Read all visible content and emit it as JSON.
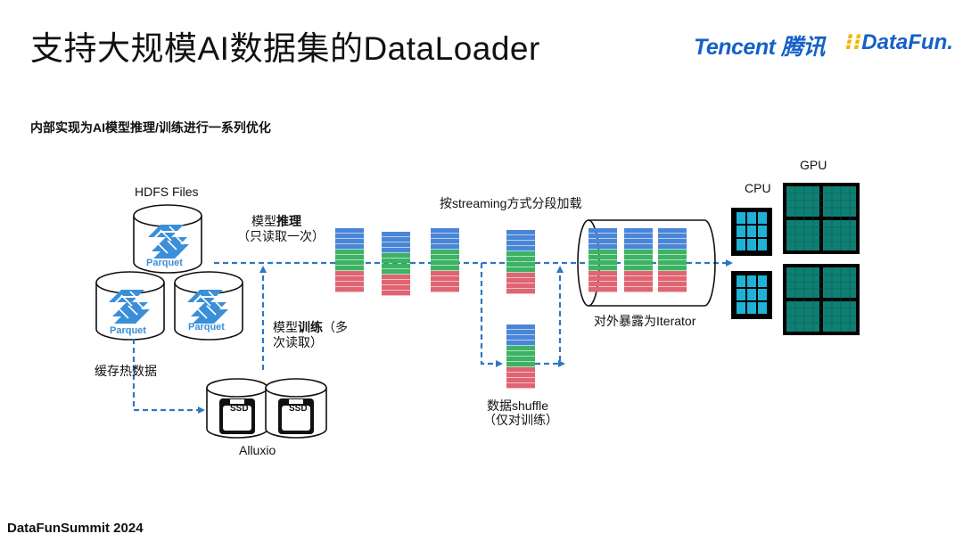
{
  "slide": {
    "title": "支持大规模AI数据集的DataLoader",
    "subtitle": "内部实现为AI模型推理/训练进行一系列优化",
    "footer": "DataFunSummit 2024"
  },
  "logos": {
    "tencent": "Tencent 腾讯",
    "datafun_mark": "⁝⁝",
    "datafun": "DataFun."
  },
  "labels": {
    "hdfs_files": "HDFS Files",
    "parquet": "Parquet",
    "ssd": "SSD",
    "alluxio": "Alluxio",
    "cache_hot": "缓存热数据",
    "inference_prefix": "模型",
    "inference_bold": "推理",
    "inference_note": "（只读取一次）",
    "training_prefix": "模型",
    "training_bold": "训练",
    "training_suffix": "（多",
    "training_note": "次读取）",
    "streaming": "按streaming方式分段加载",
    "shuffle_line1": "数据shuffle",
    "shuffle_line2": "（仅对训练）",
    "iterator": "对外暴露为Iterator",
    "cpu": "CPU",
    "gpu": "GPU"
  },
  "colors": {
    "flow_arrow": "#2e78c2",
    "parquet_blue": "#3a8fd8",
    "row_blue": "#4a86d8",
    "row_green": "#3cb363",
    "row_red": "#e06472",
    "cpu_fill": "#1fb2d6",
    "gpu_fill": "#0f7f74",
    "chip_bg": "#000000"
  }
}
